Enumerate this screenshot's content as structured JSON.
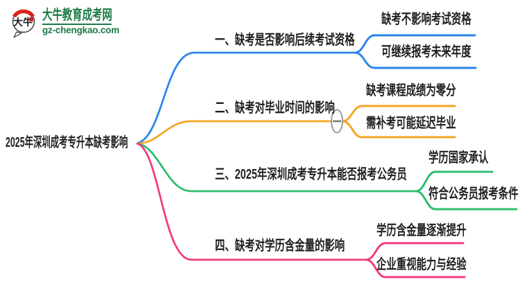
{
  "logo": {
    "icon_text": "大牛",
    "site_name": "大牛教育成考网",
    "site_url": "gz-chengkao.com",
    "brand_green": "#1b7a45",
    "icon_red": "#d7261e"
  },
  "root": {
    "label": "2025年深圳成考专升本缺考影响"
  },
  "branches": [
    {
      "label": "一、缺考是否影响后续考试资格",
      "color": "#2a85ec",
      "children": [
        {
          "label": "缺考不影响考试资格"
        },
        {
          "label": "可继续报考未来年度"
        }
      ]
    },
    {
      "label": "二、缺考对毕业时间的影响",
      "color": "#f5a623",
      "collapse_icon": "minus",
      "children": [
        {
          "label": "缺考课程成绩为零分"
        },
        {
          "label": "需补考可能延迟毕业"
        }
      ]
    },
    {
      "label": "三、2025年深圳成考专升本能否报考公务员",
      "color": "#2cbe6e",
      "children": [
        {
          "label": "学历国家承认"
        },
        {
          "label": "符合公务员报考条件"
        }
      ]
    },
    {
      "label": "四、缺考对学历含金量的影响",
      "color": "#f13a80",
      "children": [
        {
          "label": "学历含金量逐渐提升"
        },
        {
          "label": "企业重视能力与经验"
        }
      ]
    }
  ]
}
